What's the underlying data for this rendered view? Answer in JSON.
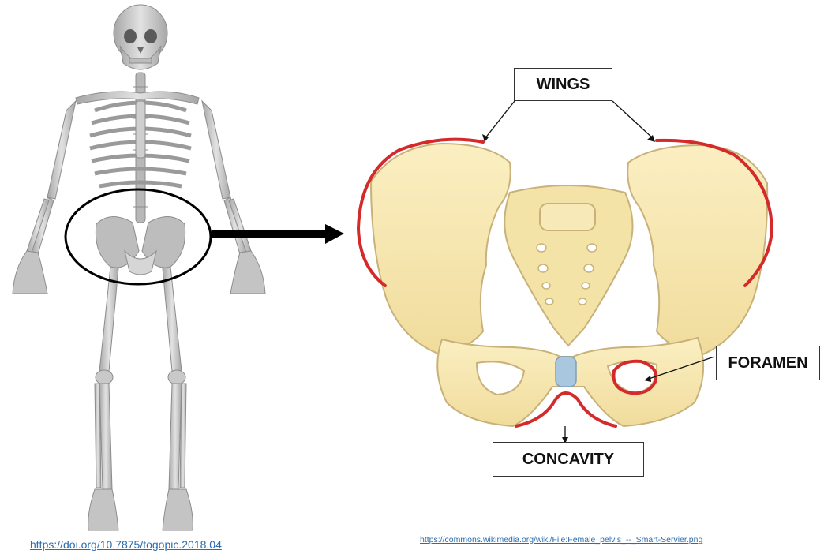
{
  "labels": {
    "wings": "WINGS",
    "foramen": "FORAMEN",
    "concavity": "CONCAVITY"
  },
  "credits": {
    "left": "https://doi.org/10.7875/togopic.2018.04",
    "right": "https://commons.wikimedia.org/wiki/File:Female_pelvis_--_Smart-Servier.png"
  },
  "colors": {
    "bone_light": "#d8d8d8",
    "bone_mid": "#a9a9a9",
    "pelvis_fill": "#f6e6ad",
    "pelvis_shadow": "#e4cd87",
    "pelvis_outline": "#c9b27a",
    "highlight_red": "#d42a2a",
    "symphysis": "#a9c7de",
    "credit_link": "#2a6db0"
  }
}
